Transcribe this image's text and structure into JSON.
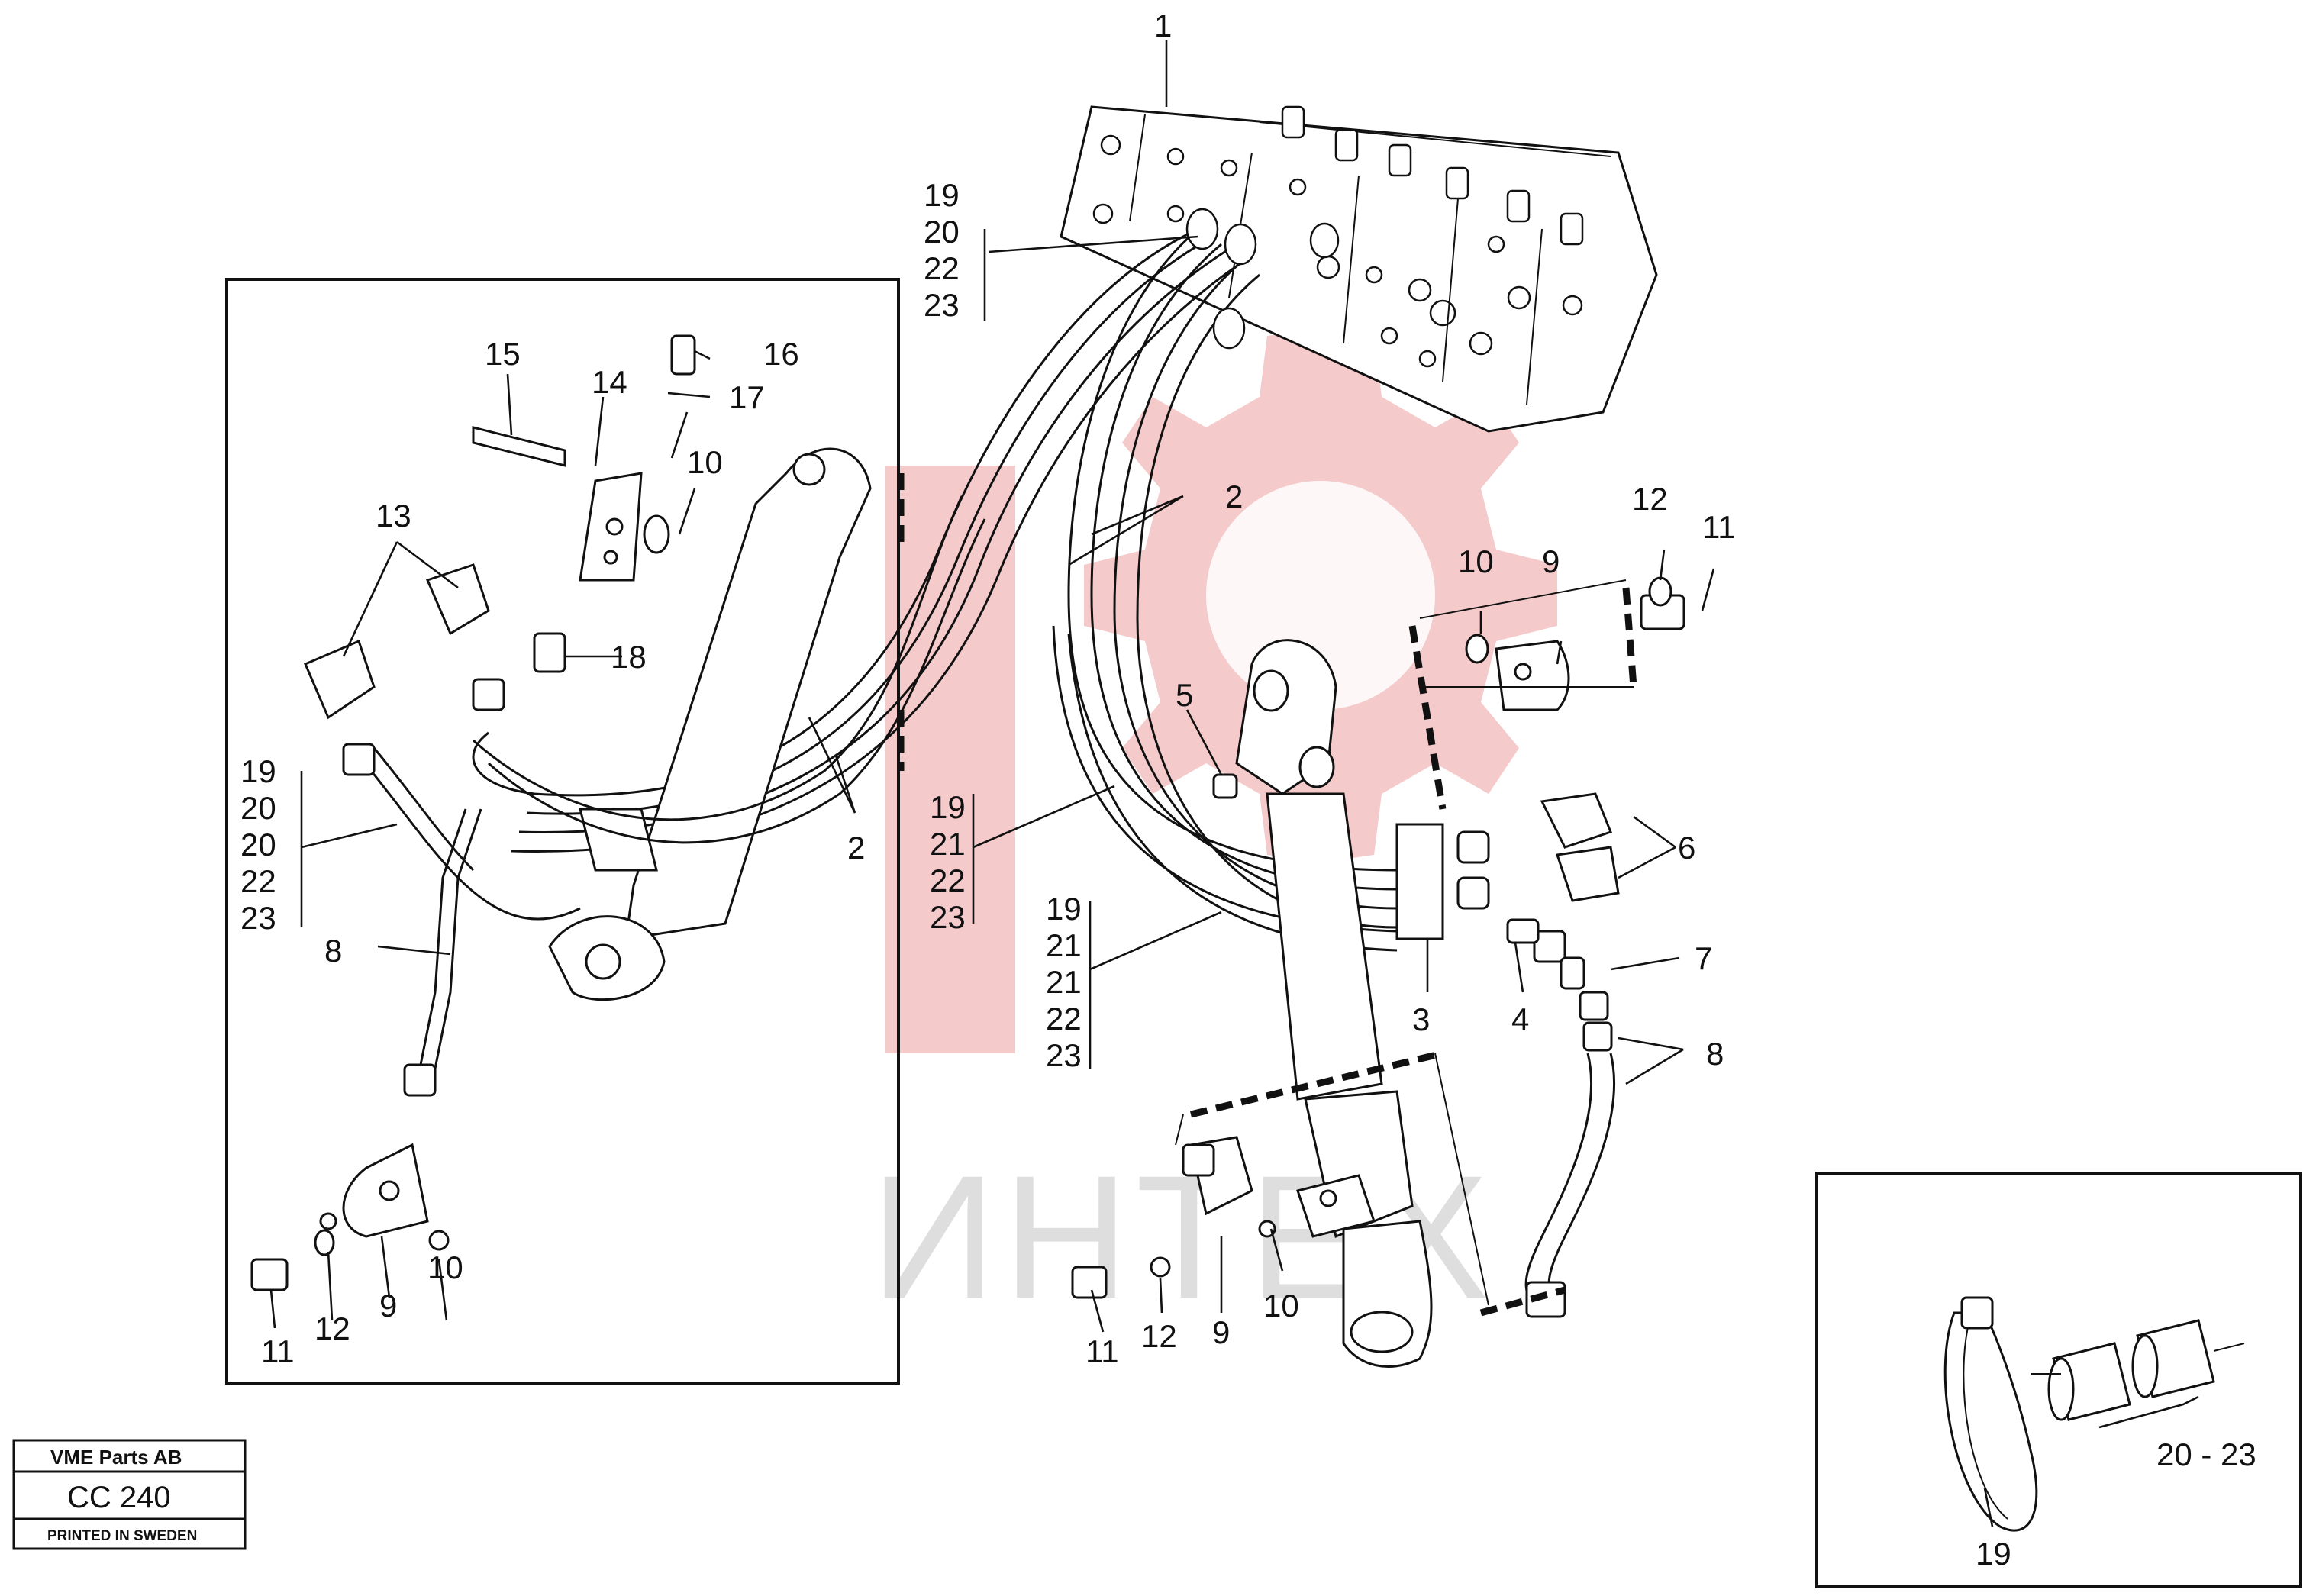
{
  "watermark": {
    "text": "ИНТЕХ",
    "logo_name": "intech-gear-logo",
    "color": "#f2b8b8"
  },
  "title_block": {
    "company": "VME Parts AB",
    "code": "CC 240",
    "note": "PRINTED IN SWEDEN"
  },
  "callouts": {
    "c1": "1",
    "c2a": "2",
    "c2b": "2",
    "c3": "3",
    "c4": "4",
    "c5": "5",
    "c6": "6",
    "c7": "7",
    "c8a": "8",
    "c8b": "8",
    "c9a": "9",
    "c9b": "9",
    "c9c": "9",
    "c10a": "10",
    "c10b": "10",
    "c10c": "10",
    "c10d": "10",
    "c11a": "11",
    "c11b": "11",
    "c11c": "11",
    "c12a": "12",
    "c12b": "12",
    "c12c": "12",
    "c13": "13",
    "c14": "14",
    "c15": "15",
    "c16": "16",
    "c17": "17",
    "c18": "18",
    "c19d": "19",
    "c2023": "20 - 23"
  },
  "label_groups": {
    "top": [
      "19",
      "20",
      "22",
      "23"
    ],
    "left": [
      "19",
      "20",
      "20",
      "22",
      "23"
    ],
    "mid_a": [
      "19",
      "21",
      "22",
      "23"
    ],
    "mid_b": [
      "19",
      "21",
      "21",
      "22",
      "23"
    ]
  }
}
